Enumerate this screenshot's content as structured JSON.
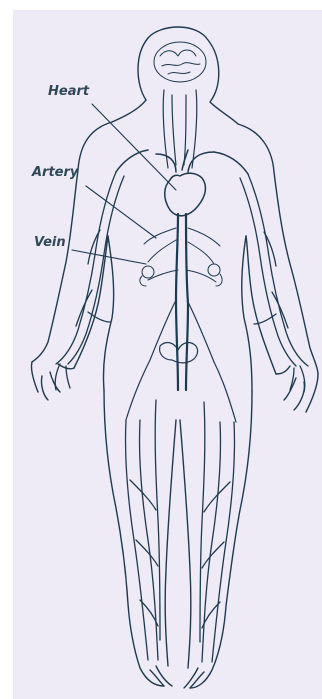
{
  "diagram": {
    "labels": {
      "heart": "Heart",
      "artery": "Artery",
      "vein": "Vein"
    },
    "colors": {
      "background": "#eeeaf6",
      "ink": "#1e3a4f",
      "label": "#2f4858"
    }
  }
}
